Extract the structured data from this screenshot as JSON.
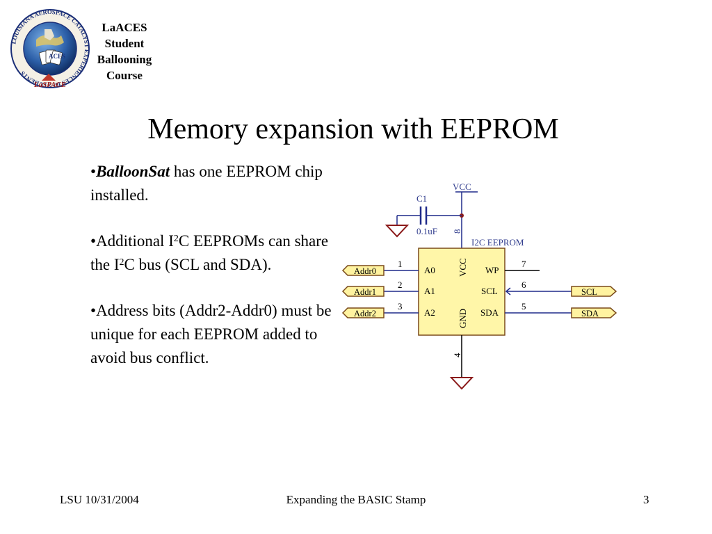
{
  "logo": {
    "ring_text": "LOUISIANA AEROSPACE CATALYST EXPERIENCES for STUDENTS",
    "center_text": "ACES",
    "brand": "LaSPACE",
    "caption_lines": [
      "LaACES",
      "Student",
      "Ballooning",
      "Course"
    ]
  },
  "slide": {
    "title": "Memory expansion with EEPROM",
    "bullets": [
      {
        "em": "BalloonSat",
        "text": " has one EEPROM chip installed."
      },
      {
        "p1": "Additional I",
        "sup1": "2",
        "p2": "C EEPROMs can share the I",
        "sup2": "2",
        "p3": "C bus (SCL and SDA)."
      },
      {
        "text": "Address bits (Addr2-Addr0) must be unique for each EEPROM added to avoid bus conflict."
      }
    ]
  },
  "schematic": {
    "vcc_label": "VCC",
    "cap_name": "C1",
    "cap_value": "0.1uF",
    "chip_title": "I2C EEPROM",
    "chip_vcc": "VCC",
    "chip_gnd": "GND",
    "pin_vcc": "8",
    "pin_gnd": "4",
    "left_pins": [
      {
        "num": "1",
        "name": "A0",
        "port": "Addr0"
      },
      {
        "num": "2",
        "name": "A1",
        "port": "Addr1"
      },
      {
        "num": "3",
        "name": "A2",
        "port": "Addr2"
      }
    ],
    "right_pins": [
      {
        "num": "7",
        "name": "WP",
        "port": ""
      },
      {
        "num": "6",
        "name": "SCL",
        "port": "SCL"
      },
      {
        "num": "5",
        "name": "SDA",
        "port": "SDA"
      }
    ],
    "colors": {
      "wire": "#1f2a8a",
      "chip_fill": "#fff6a8",
      "chip_stroke": "#7a4a1a",
      "port_fill": "#fff3a0",
      "port_stroke": "#7a4a1a",
      "ground": "#8b1a1a",
      "cap": "#1f2a8a"
    }
  },
  "footer": {
    "left": "LSU 10/31/2004",
    "center": "Expanding the BASIC Stamp",
    "right": "3"
  }
}
